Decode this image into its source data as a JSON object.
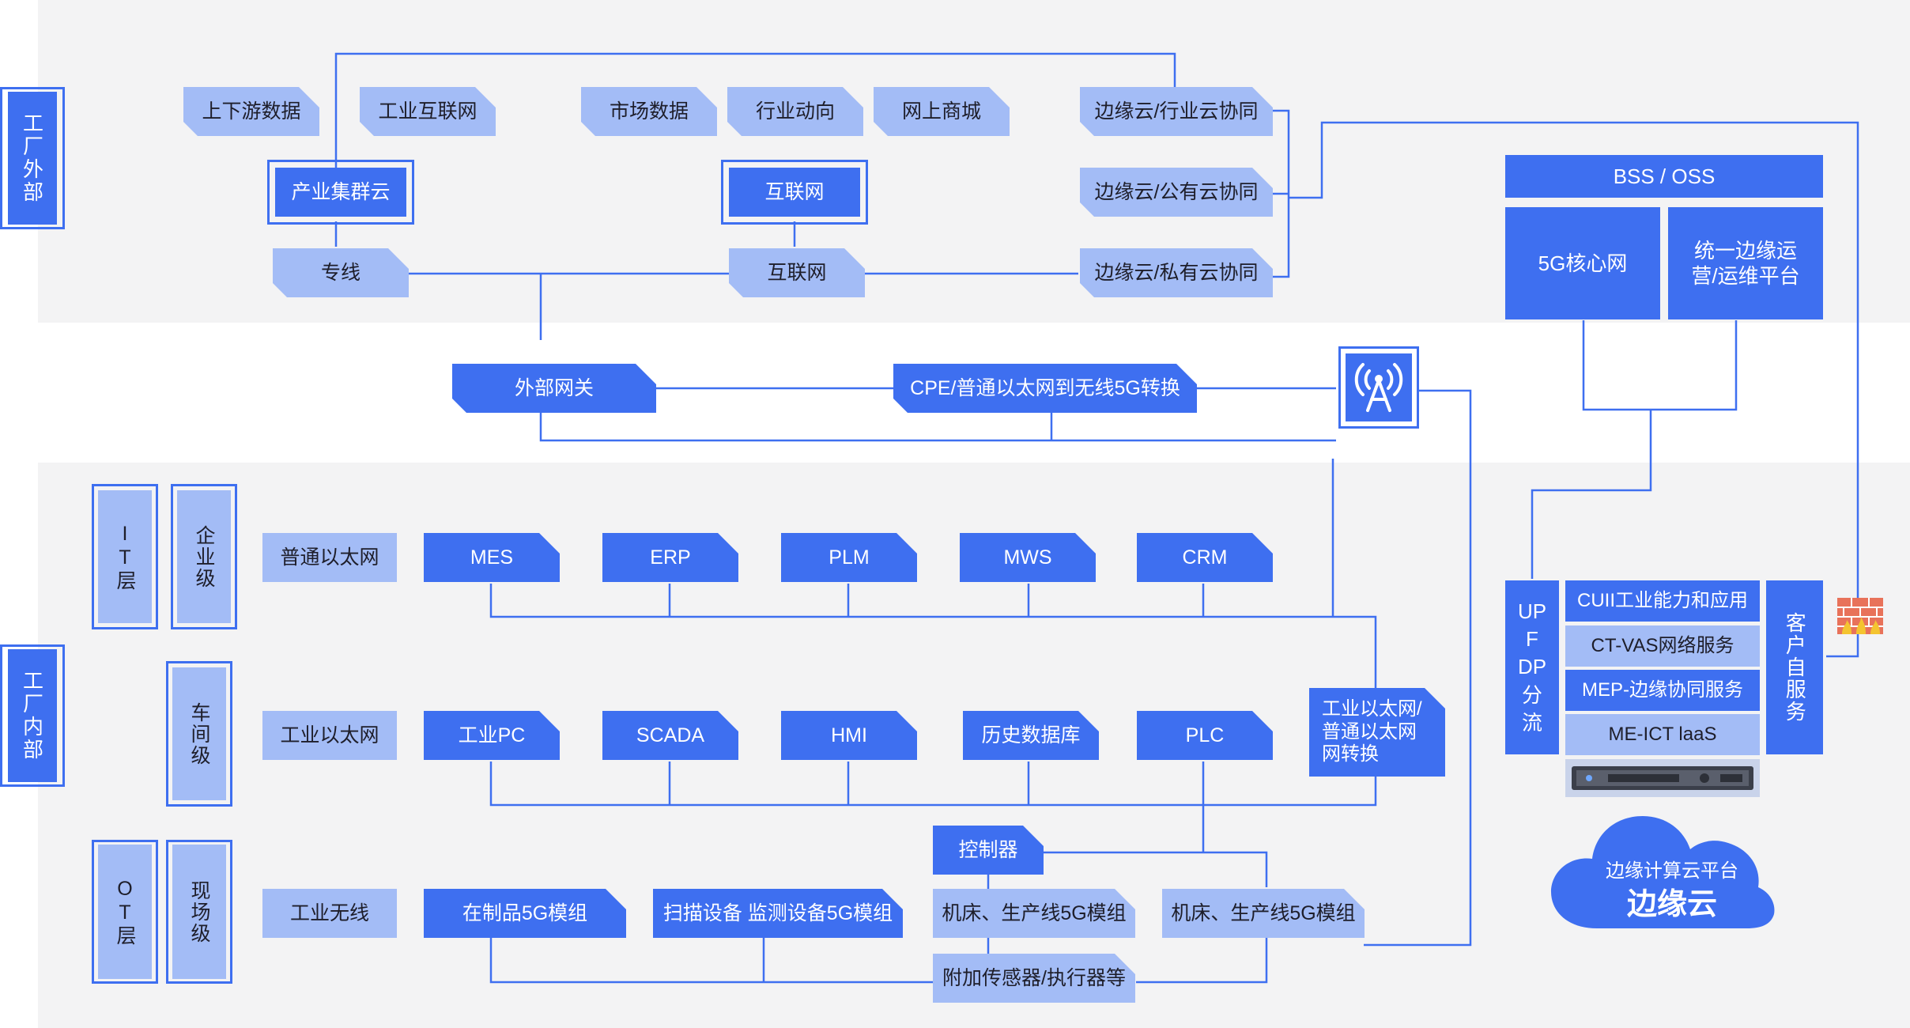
{
  "zones": {
    "outside": "工厂外部",
    "inside": "工厂内部"
  },
  "levels": {
    "it_layer": "IT层",
    "enterprise": "企业级",
    "workshop": "车间级",
    "ot_layer": "OT层",
    "field": "现场级"
  },
  "external": {
    "upstream": "上下游数据",
    "industrial_internet": "工业互联网",
    "market_data": "市场数据",
    "industry_trends": "行业动向",
    "online_mall": "网上商城",
    "industry_cluster_cloud": "产业集群云",
    "internet_top": "互联网",
    "dedicated_line": "专线",
    "internet": "互联网",
    "edge_industry": "边缘云/行业云协同",
    "edge_public": "边缘云/公有云协同",
    "edge_private": "边缘云/私有云协同"
  },
  "gateway": {
    "external_gateway": "外部网关",
    "cpe": "CPE/普通以太网到无线5G转换"
  },
  "enterprise_row": {
    "label": "普通以太网",
    "items": [
      "MES",
      "ERP",
      "PLM",
      "MWS",
      "CRM"
    ]
  },
  "workshop_row": {
    "label": "工业以太网",
    "items": [
      "工业PC",
      "SCADA",
      "HMI",
      "历史数据库",
      "PLC"
    ],
    "converter": "工业以太网/普通以太网网转换"
  },
  "field_row": {
    "label": "工业无线",
    "wip": "在制品5G模组",
    "scan": "扫描设备 监测设备5G模组",
    "controller": "控制器",
    "machine1": "机床、生产线5G模组",
    "machine2": "机床、生产线5G模组",
    "sensors": "附加传感器/执行器等"
  },
  "platform": {
    "bss": "BSS / OSS",
    "core": "5G核心网",
    "ops": "统一边缘运营/运维平台",
    "upf": "UPF DP 分流",
    "services": [
      "CUII工业能力和应用",
      "CT-VAS网络服务",
      "MEP-边缘协同服务",
      "ME-ICT laaS"
    ],
    "customer": "客户自服务",
    "cloud_title": "边缘计算云平台",
    "cloud_name": "边缘云"
  },
  "icons": [
    "antenna-icon",
    "firewall-icon",
    "server-icon",
    "cloud-icon"
  ],
  "colors": {
    "primary": "#3e6ff0",
    "light": "#a3bcf6",
    "band": "#f3f3f4",
    "line": "#3e6ff0"
  }
}
